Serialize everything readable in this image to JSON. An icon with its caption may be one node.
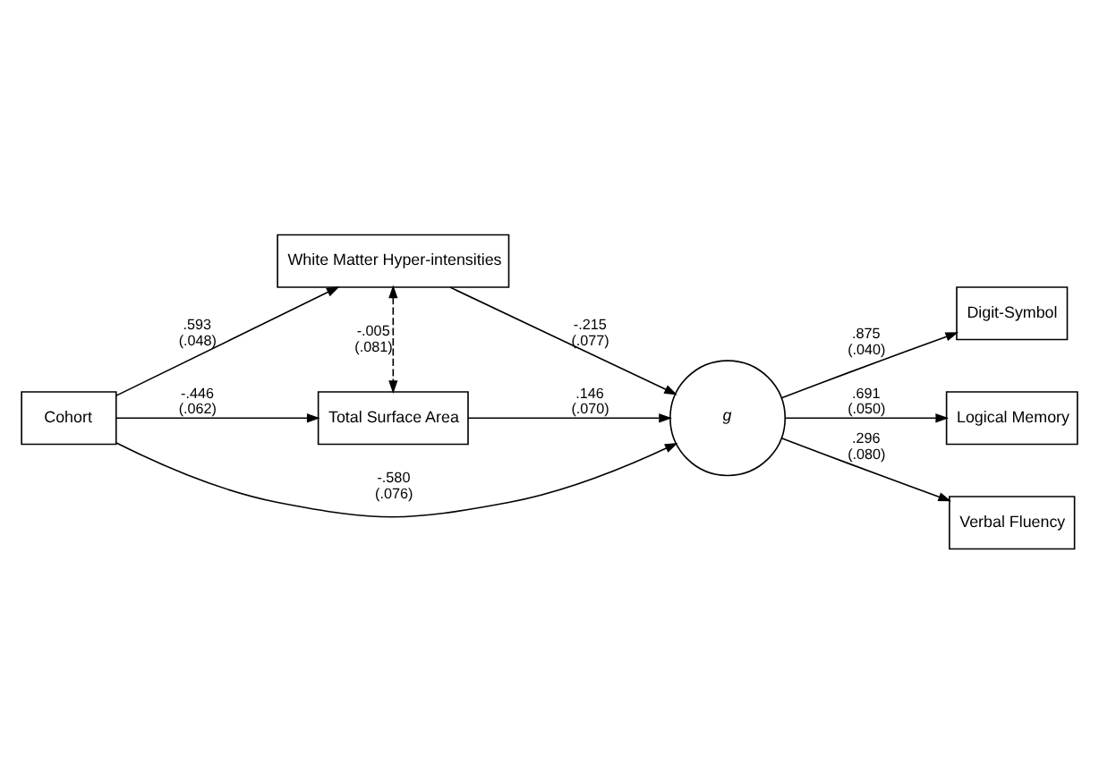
{
  "diagram": {
    "nodes": [
      {
        "text": [
          "White Matter Hyper-intensities"
        ]
      },
      {
        "text": [
          "Total Surface Area"
        ]
      },
      {
        "text": [
          "Digit-Symbol"
        ]
      },
      {
        "text": [
          "Cohort"
        ]
      },
      {
        "text": [
          "g"
        ]
      },
      {
        "text": [
          "Logical Memory"
        ]
      },
      {
        "text": [
          "Verbal Fluency"
        ]
      }
    ],
    "edges": [
      {
        "from": 3,
        "to": 0,
        "arrow": "to",
        "label": ".593 (.048)"
      },
      {
        "from": 0,
        "to": 1,
        "arrow": "both",
        "label": "-.005 (.081)",
        "style": "dashed"
      },
      {
        "from": 3,
        "to": 1,
        "arrow": "to",
        "label": "-.446 (.062)"
      },
      {
        "from": 0,
        "to": 4,
        "arrow": "to",
        "label": "-.215 (.077)"
      },
      {
        "from": 1,
        "to": 4,
        "arrow": "to",
        "label": ".146 (.070)"
      },
      {
        "from": 3,
        "to": 4,
        "arrow": "to",
        "label": "-.580 (.076)"
      },
      {
        "from": 4,
        "to": 2,
        "arrow": "to",
        "label": ".875 (.040)"
      },
      {
        "from": 4,
        "to": 5,
        "arrow": "to",
        "label": ".691 (.050)"
      },
      {
        "from": 4,
        "to": 6,
        "arrow": "to",
        "label": ".296 (.080)"
      }
    ]
  }
}
